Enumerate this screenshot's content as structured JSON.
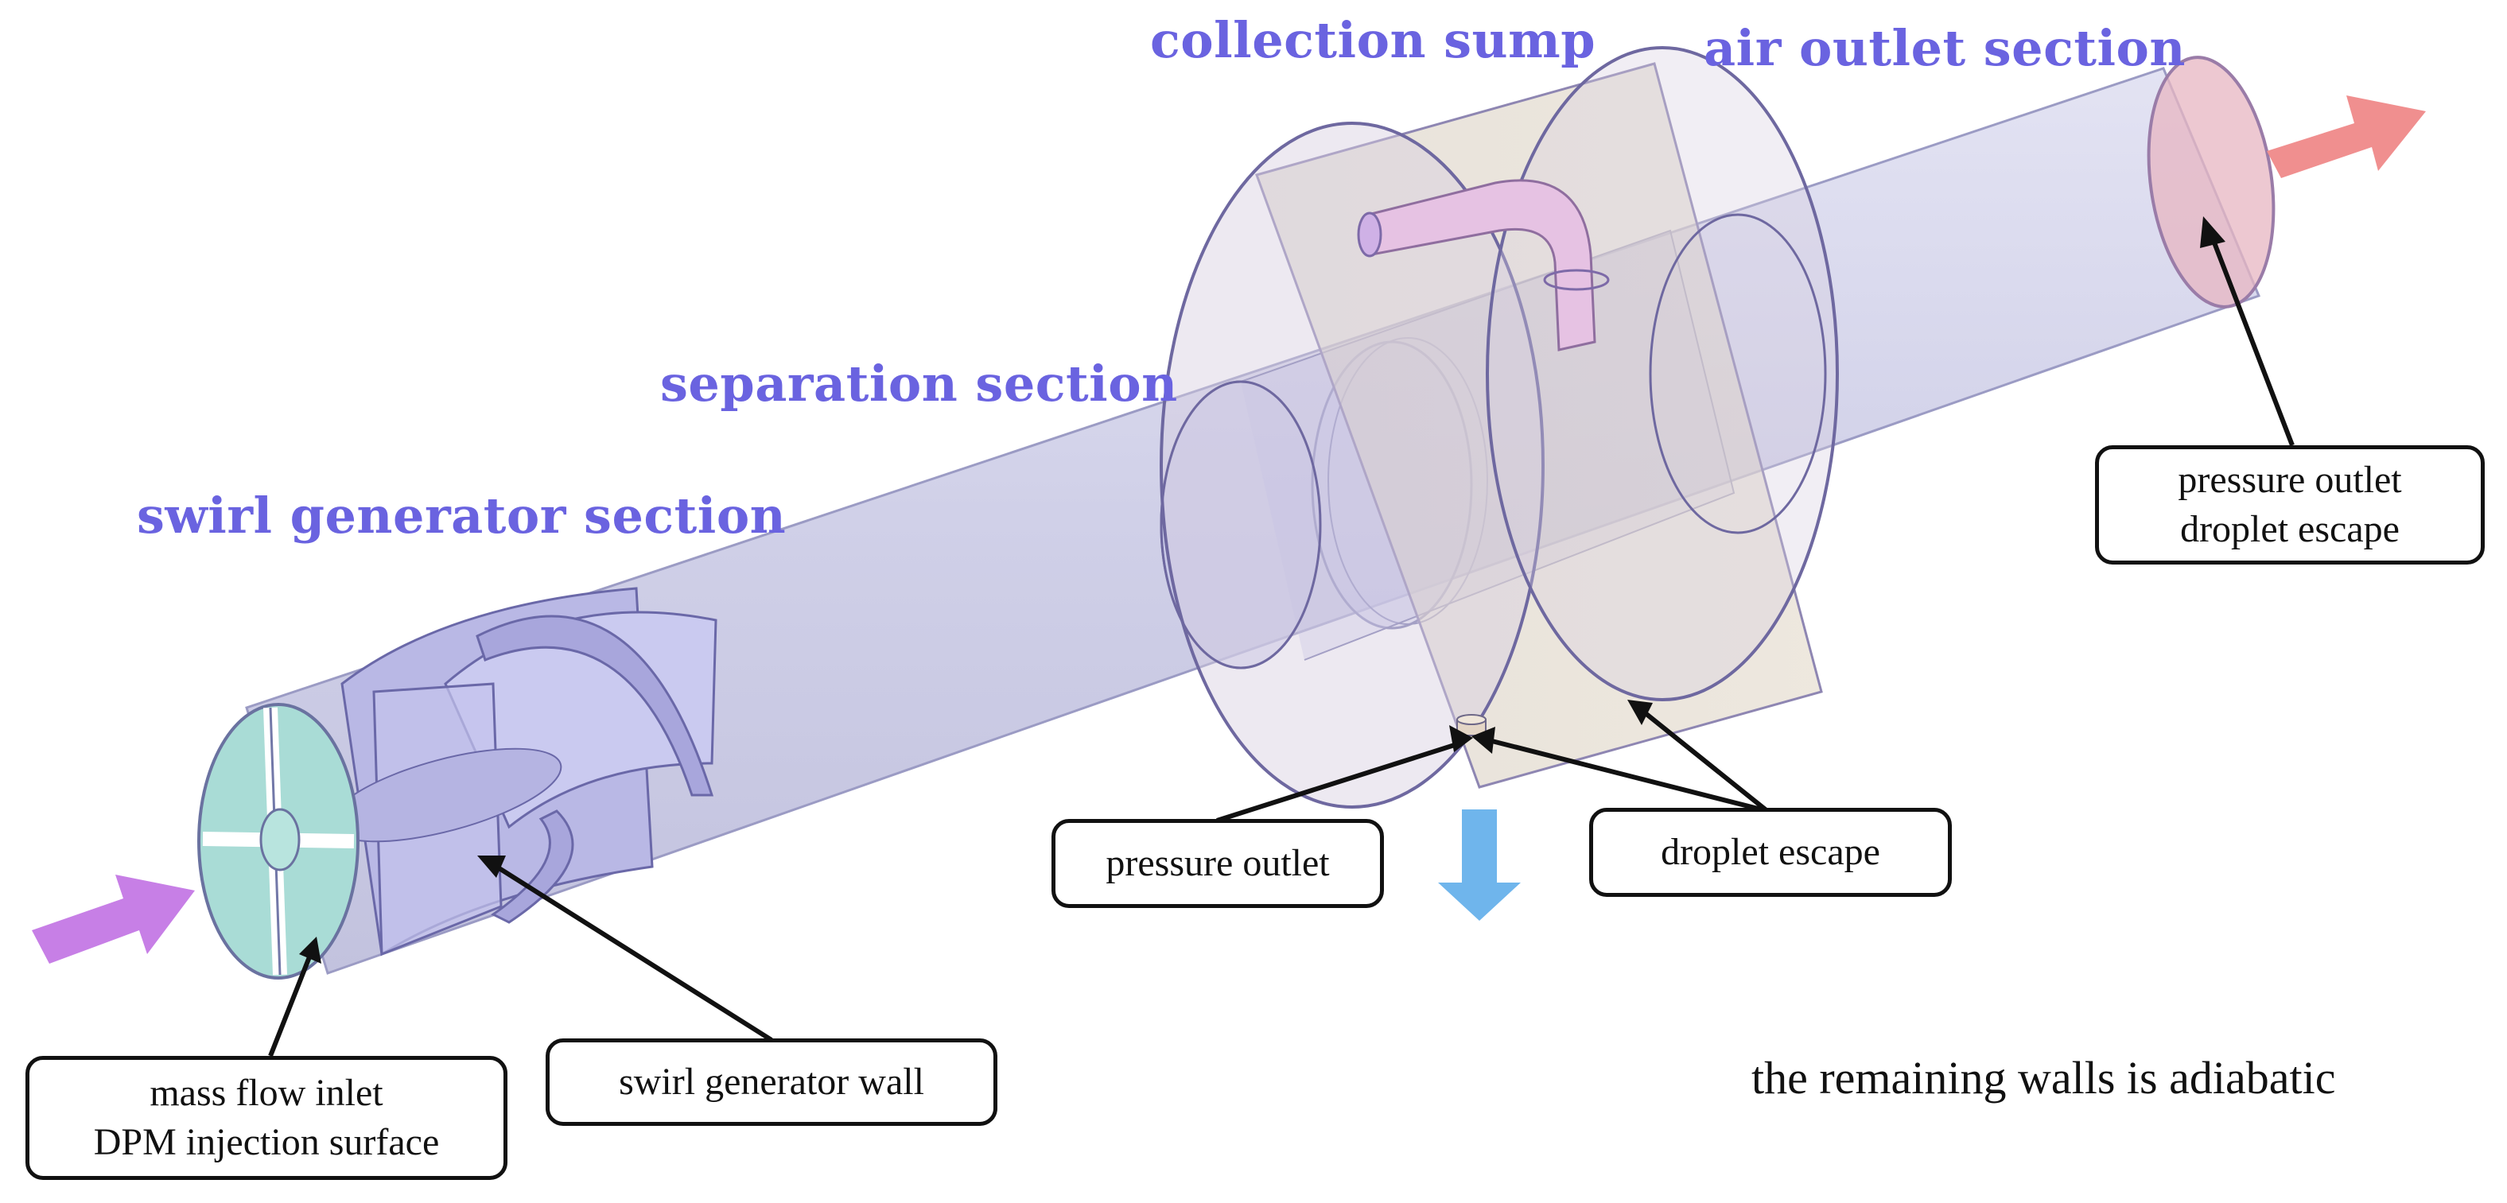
{
  "sections": {
    "collection_sump": "collection sump",
    "air_outlet": "air outlet section",
    "separation": "separation section",
    "swirl_generator": "swirl generator section"
  },
  "callouts": {
    "pressure_outlet_droplet_escape": {
      "line1": "pressure outlet",
      "line2": "droplet escape"
    },
    "sump_pressure_outlet": "pressure outlet",
    "sump_droplet_escape": "droplet escape",
    "inlet": {
      "line1": "mass flow inlet",
      "line2": "DPM injection surface"
    },
    "swirl_wall": "swirl generator wall"
  },
  "note": "the remaining walls is adiabatic",
  "colors": {
    "title": "#6a63e0",
    "pipe_fill": "#c9c9e6",
    "inlet_face": "#a9dcd6",
    "outlet_face": "#e9b6c2",
    "sump_fill": "#d9cfc6",
    "drain_pipe": "#e5bfe0",
    "inlet_arrow": "#c77fe6",
    "outlet_arrow": "#f08f8f",
    "drain_arrow": "#6fb5ec"
  }
}
